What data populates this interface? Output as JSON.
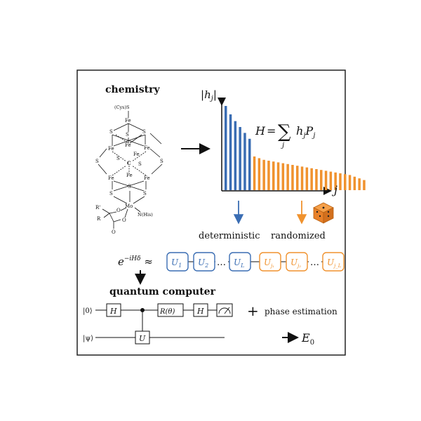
{
  "labels": {
    "chemistry": "chemistry",
    "quantum_computer": "quantum computer",
    "deterministic": "deterministic",
    "randomized": "randomized",
    "phase_estimation": "phase estimation",
    "plus": "+",
    "ellipsis": "…"
  },
  "molecule": {
    "cys": "(Cys)S",
    "fe": "Fe",
    "s": "S",
    "c": "C",
    "mo": "Mo",
    "nhis": "N(His)",
    "r": "R",
    "rprime": "R'",
    "o": "O"
  },
  "chart_data": {
    "type": "bar",
    "ylabel": "|h_j|",
    "xlabel": "j",
    "equation": "H = Σ_j h_j P_j",
    "series": [
      {
        "name": "",
        "color": "#3a6db3",
        "values": [
          10,
          9.0,
          8.2,
          7.5,
          6.8,
          6.1
        ]
      },
      {
        "name": "",
        "color": "#f0922e",
        "values": [
          4.0,
          3.8,
          3.6,
          3.5,
          3.4,
          3.3,
          3.2,
          3.1,
          3.0,
          2.9,
          2.8,
          2.7,
          2.6,
          2.5,
          2.4,
          2.3,
          2.2,
          2.1,
          2.0,
          1.9,
          1.8,
          1.6,
          1.4,
          1.2
        ]
      }
    ]
  },
  "unitaries": {
    "blue": [
      "U_1",
      "U_2",
      "U_L"
    ],
    "orange": [
      "U_j1",
      "U_j2",
      "U_jL"
    ]
  },
  "circuit": {
    "ket0": "|0⟩",
    "ketpsi": "|ψ⟩",
    "gates": [
      "H",
      "R(θ)",
      "H",
      "U"
    ]
  },
  "colors": {
    "blue": "#3a6db3",
    "orange": "#f0922e",
    "frame": "#222222"
  }
}
